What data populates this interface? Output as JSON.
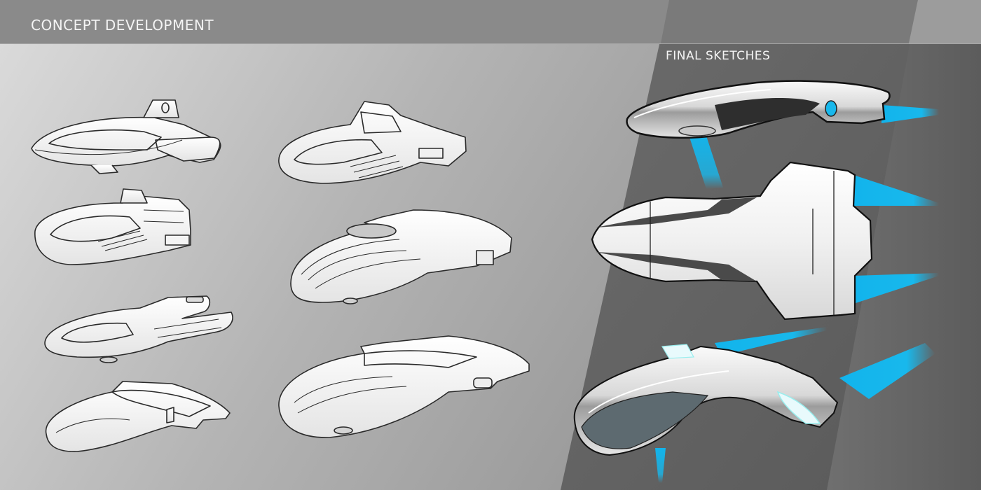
{
  "header": {
    "concept_title": "CONCEPT DEVELOPMENT",
    "final_title": "FINAL SKETCHES"
  },
  "colors": {
    "thruster_blue": "#18b8ec",
    "header_gray": "#8a8a8a",
    "band_dark": "#5e5e5e",
    "band_mid": "#747474",
    "sketch_line": "#2a2a2a"
  },
  "concept_sketches": [
    {
      "name": "concept-sketch-1",
      "icon": "hover-vehicle-sketch"
    },
    {
      "name": "concept-sketch-2",
      "icon": "hover-vehicle-sketch"
    },
    {
      "name": "concept-sketch-3",
      "icon": "hover-vehicle-sketch"
    },
    {
      "name": "concept-sketch-4",
      "icon": "hover-vehicle-sketch"
    },
    {
      "name": "concept-sketch-5",
      "icon": "hover-vehicle-sketch"
    },
    {
      "name": "concept-sketch-6",
      "icon": "hover-vehicle-sketch"
    },
    {
      "name": "concept-sketch-7",
      "icon": "hover-vehicle-sketch"
    }
  ],
  "final_sketches": [
    {
      "name": "final-sketch-side-view",
      "icon": "hover-vehicle-render"
    },
    {
      "name": "final-sketch-top-view",
      "icon": "hover-vehicle-render"
    },
    {
      "name": "final-sketch-perspective-view",
      "icon": "hover-vehicle-render"
    }
  ]
}
